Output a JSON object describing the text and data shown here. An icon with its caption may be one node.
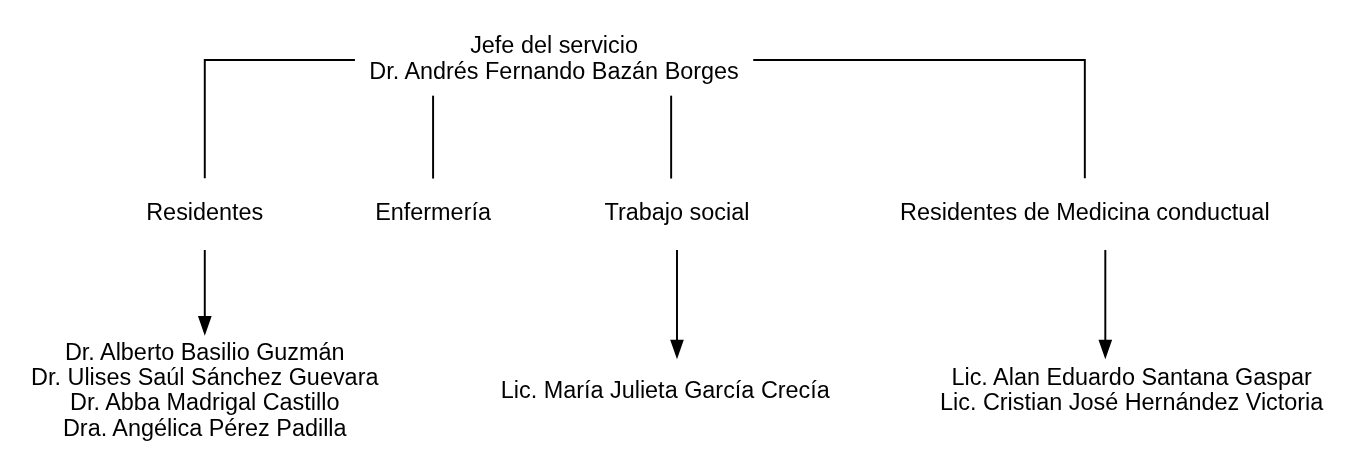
{
  "diagram": {
    "nodes": [
      {
        "text": [
          "Jefe del servicio",
          "Dr. Andrés Fernando Bazán Borges"
        ]
      },
      {
        "text": [
          "Residentes"
        ]
      },
      {
        "text": [
          "Enfermería"
        ]
      },
      {
        "text": [
          "Trabajo social"
        ]
      },
      {
        "text": [
          "Residentes de Medicina conductual"
        ]
      },
      {
        "text": [
          "Dr. Alberto Basilio Guzmán",
          "Dr. Ulises Saúl Sánchez Guevara",
          "Dr. Abba Madrigal Castillo",
          "Dra. Angélica Pérez Padilla"
        ]
      },
      {
        "text": [
          "Lic. María Julieta García Crecía"
        ]
      },
      {
        "text": [
          "Lic. Alan Eduardo Santana Gaspar",
          "Lic. Cristian José Hernández Victoria"
        ]
      }
    ],
    "edges": [
      {
        "from": 0,
        "to": 1,
        "arrow": "none"
      },
      {
        "from": 0,
        "to": 2,
        "arrow": "none"
      },
      {
        "from": 0,
        "to": 3,
        "arrow": "none"
      },
      {
        "from": 0,
        "to": 4,
        "arrow": "none"
      },
      {
        "from": 1,
        "to": 5,
        "arrow": "to"
      },
      {
        "from": 3,
        "to": 6,
        "arrow": "to"
      },
      {
        "from": 4,
        "to": 7,
        "arrow": "to"
      }
    ]
  }
}
